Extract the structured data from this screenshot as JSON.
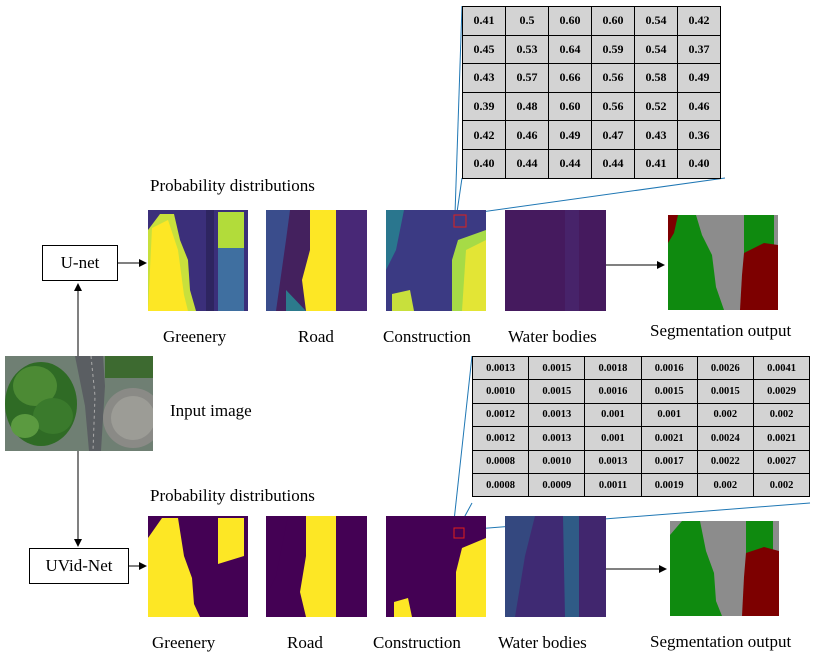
{
  "models": {
    "top": {
      "name": "U-net"
    },
    "bottom": {
      "name": "UVid-Net"
    }
  },
  "input_label": "Input image",
  "prob_title_top": "Probability distributions",
  "prob_title_bottom": "Probability distributions",
  "classes_top": [
    "Greenery",
    "Road",
    "Construction",
    "Water bodies"
  ],
  "classes_bottom": [
    "Greenery",
    "Road",
    "Construction",
    "Water bodies"
  ],
  "output_label_top": "Segmentation output",
  "output_label_bottom": "Segmentation output",
  "unet_patch": [
    [
      "0.41",
      "0.5",
      "0.60",
      "0.60",
      "0.54",
      "0.42"
    ],
    [
      "0.45",
      "0.53",
      "0.64",
      "0.59",
      "0.54",
      "0.37"
    ],
    [
      "0.43",
      "0.57",
      "0.66",
      "0.56",
      "0.58",
      "0.49"
    ],
    [
      "0.39",
      "0.48",
      "0.60",
      "0.56",
      "0.52",
      "0.46"
    ],
    [
      "0.42",
      "0.46",
      "0.49",
      "0.47",
      "0.43",
      "0.36"
    ],
    [
      "0.40",
      "0.44",
      "0.44",
      "0.44",
      "0.41",
      "0.40"
    ]
  ],
  "uvid_patch": [
    [
      "0.0013",
      "0.0015",
      "0.0018",
      "0.0016",
      "0.0026",
      "0.0041"
    ],
    [
      "0.0010",
      "0.0015",
      "0.0016",
      "0.0015",
      "0.0015",
      "0.0029"
    ],
    [
      "0.0012",
      "0.0013",
      "0.001",
      "0.001",
      "0.002",
      "0.002"
    ],
    [
      "0.0012",
      "0.0013",
      "0.001",
      "0.0021",
      "0.0024",
      "0.0021"
    ],
    [
      "0.0008",
      "0.0010",
      "0.0013",
      "0.0017",
      "0.0022",
      "0.0027"
    ],
    [
      "0.0008",
      "0.0009",
      "0.0011",
      "0.0019",
      "0.002",
      "0.002"
    ]
  ],
  "colors": {
    "viridis_dark": "#440154",
    "viridis_yellow": "#fde725",
    "seg_green": "#0f8a0f",
    "seg_gray": "#8c8c8c",
    "seg_red": "#7d0000",
    "zoom_line": "#1f77b4",
    "zoom_box": "#e0201a",
    "cell_bg": "#d3d3d3"
  }
}
